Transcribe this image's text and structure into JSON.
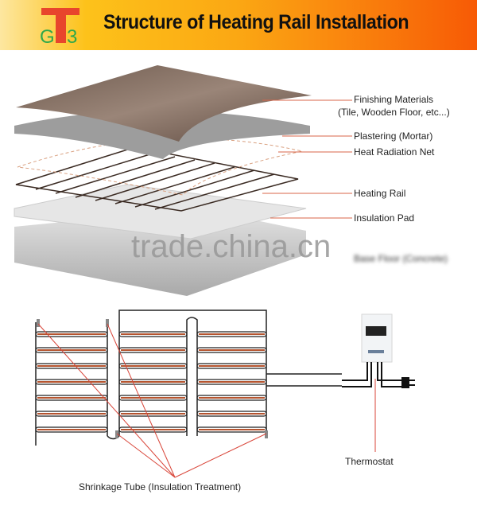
{
  "header": {
    "logo_text": "GT3",
    "title": "Structure of Heating Rail Installation"
  },
  "layers": {
    "finishing_1": "Finishing Materials",
    "finishing_2": "(Tile, Wooden Floor, etc...)",
    "plastering": "Plastering (Mortar)",
    "net": "Heat Radiation Net",
    "rail": "Heating Rail",
    "pad": "Insulation Pad",
    "base": "Base Floor (Concrete)"
  },
  "watermark": "trade.china.cn",
  "wiring": {
    "thermostat": "Thermostat",
    "shrinkage": "Shrinkage Tube (Insulation Treatment)"
  },
  "colors": {
    "rail": "#b5542f",
    "leader": "#d9664a"
  }
}
